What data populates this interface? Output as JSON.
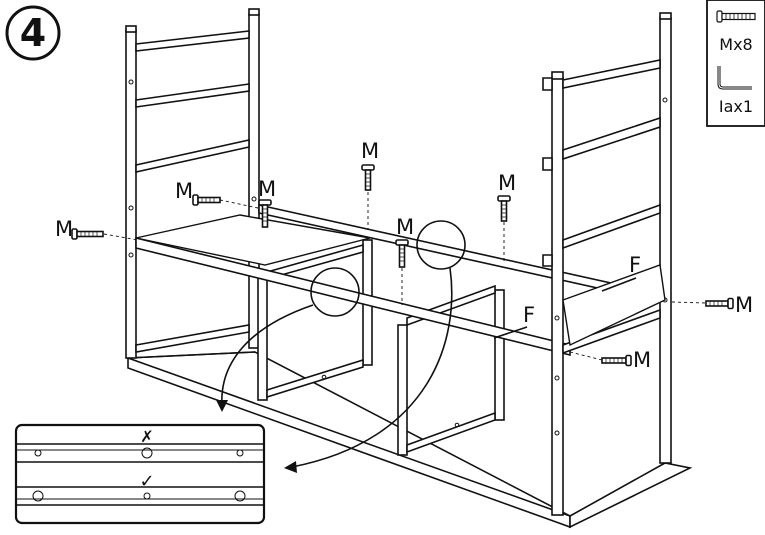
{
  "step_number": "4",
  "parts_box": {
    "screw_qty": "Mx8",
    "allen_key_qty": "Iax1",
    "screw_icon": "screw-icon",
    "allen_key_icon": "allen-key-icon"
  },
  "labels": {
    "screw": "M",
    "rail": "F"
  },
  "detail": {
    "wrong_mark": "✗",
    "right_mark": "✓"
  }
}
